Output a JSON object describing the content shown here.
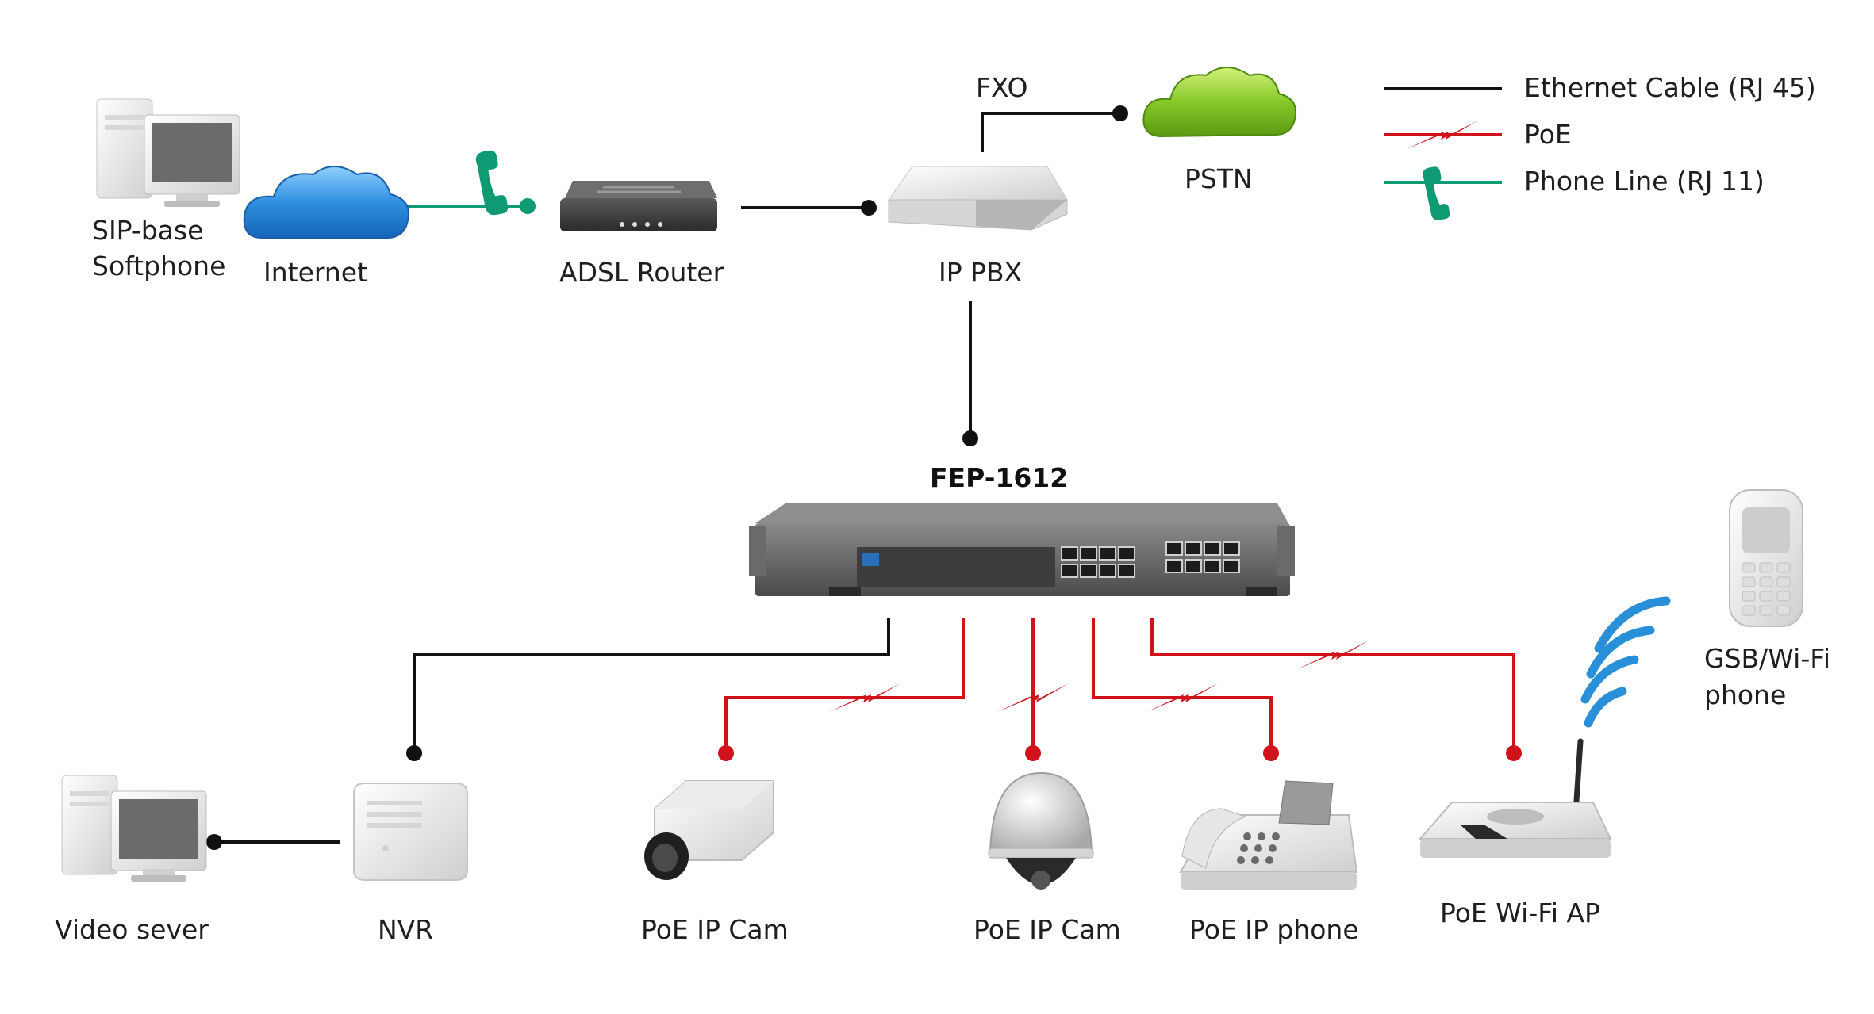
{
  "legend": {
    "ethernet": "Ethernet Cable (RJ 45)",
    "poe": "PoE",
    "phone": "Phone Line (RJ 11)"
  },
  "colors": {
    "ethernet": "#111111",
    "poe": "#d0121b",
    "phone": "#0e9a73",
    "cloud_blue": "#2a86d3",
    "cloud_green": "#7cc424",
    "wifi": "#2a8fd9"
  },
  "nodes": {
    "sip_softphone_line1": "SIP-base",
    "sip_softphone_line2": "Softphone",
    "internet": "Internet",
    "adsl_router": "ADSL Router",
    "ip_pbx": "IP PBX",
    "fxo": "FXO",
    "pstn": "PSTN",
    "switch": "FEP-1612",
    "video_server": "Video sever",
    "nvr": "NVR",
    "poe_ip_cam_box": "PoE IP Cam",
    "poe_ip_cam_dome": "PoE IP Cam",
    "poe_ip_phone": "PoE IP phone",
    "poe_wifi_ap": "PoE Wi-Fi AP",
    "gsb_phone_line1": "GSB/Wi-Fi",
    "gsb_phone_line2": "phone"
  },
  "icons": [
    "pc-icon",
    "cloud-icon",
    "phone-handset-icon",
    "router-icon",
    "pbx-icon",
    "switch-icon",
    "nvr-icon",
    "box-camera-icon",
    "dome-camera-icon",
    "desk-phone-icon",
    "access-point-icon",
    "mobile-phone-icon",
    "wifi-waves-icon",
    "lightning-icon"
  ]
}
